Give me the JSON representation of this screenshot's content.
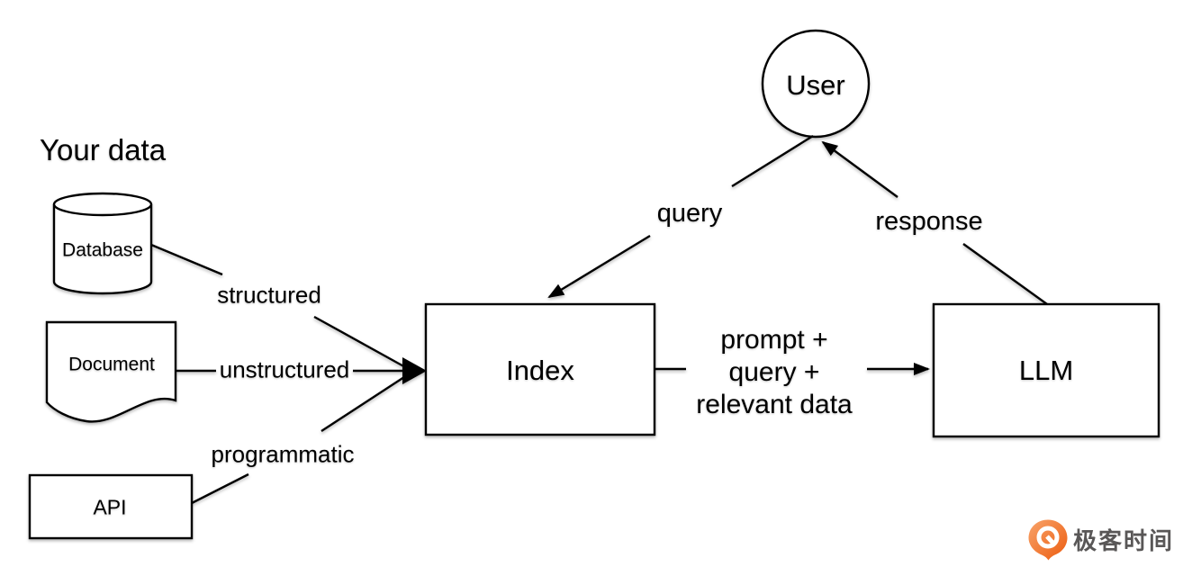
{
  "diagram": {
    "title": "Your data",
    "nodes": {
      "database": {
        "label": "Database",
        "shape": "cylinder"
      },
      "document": {
        "label": "Document",
        "shape": "document"
      },
      "api": {
        "label": "API",
        "shape": "rectangle"
      },
      "index": {
        "label": "Index",
        "shape": "rectangle"
      },
      "user": {
        "label": "User",
        "shape": "circle"
      },
      "llm": {
        "label": "LLM",
        "shape": "rectangle"
      }
    },
    "edge_labels": {
      "structured": "structured",
      "unstructured": "unstructured",
      "programmatic": "programmatic",
      "query": "query",
      "response": "response",
      "prompt_lines": [
        "prompt +",
        "query +",
        "relevant data"
      ]
    },
    "stroke_color": "#000000"
  },
  "branding": {
    "logo_text": "极客时间",
    "logo_orange": "#ED6A1F",
    "logo_orange_light": "#F8A36A",
    "logo_text_color": "#595757"
  }
}
